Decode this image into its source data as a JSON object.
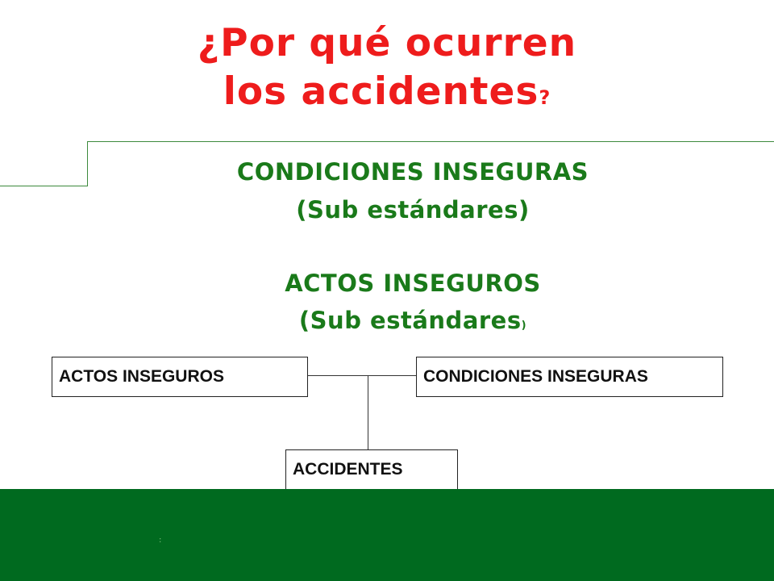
{
  "slide": {
    "title_line1": "¿Por qué ocurren",
    "title_line2": "los accidentes",
    "title_q": "?",
    "heading1": "CONDICIONES INSEGURAS",
    "sub1": "(Sub estándares)",
    "heading2": "ACTOS INSEGUROS",
    "sub2": "(Sub estándares",
    "sub2_paren": ")",
    "footer_mark": ":"
  },
  "diagram": {
    "box_left": "ACTOS INSEGUROS",
    "box_right": "CONDICIONES INSEGURAS",
    "box_bottom": "ACCIDENTES"
  },
  "colors": {
    "title": "#ee1c1c",
    "headings": "#1a7a1a",
    "footer": "#006a1f"
  }
}
